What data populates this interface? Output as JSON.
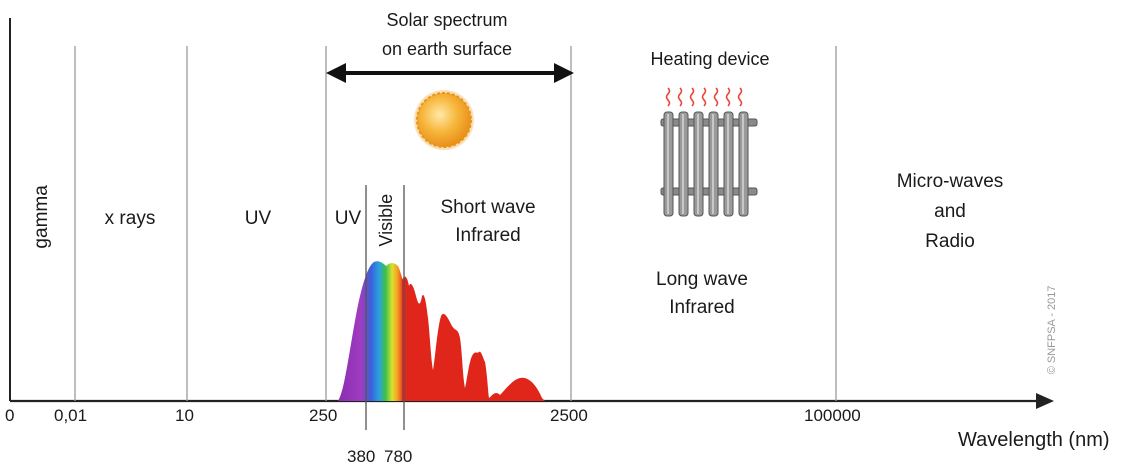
{
  "axis": {
    "title": "Wavelength (nm)",
    "ticks": [
      "0",
      "0,01",
      "10",
      "250",
      "2500",
      "100000"
    ],
    "sub_ticks": [
      "380",
      "780"
    ]
  },
  "regions": {
    "gamma": "gamma",
    "xrays": "x rays",
    "uv": "UV",
    "uv_solar": "UV",
    "visible": "Visible",
    "short_wave_ir": [
      "Short wave",
      "Infrared"
    ],
    "long_wave_ir": [
      "Long wave",
      "Infrared"
    ],
    "microwaves": [
      "Micro-waves",
      "and",
      "Radio"
    ]
  },
  "solar": {
    "label": [
      "Solar spectrum",
      "on earth surface"
    ]
  },
  "heating": {
    "label": "Heating device"
  },
  "copyright": "© SNFPSA - 2017",
  "colors": {
    "sun": "#f5a623",
    "infrared": "#e0261b",
    "uv": "#9b3fb5",
    "heat_waves": "#e8473a",
    "radiator": "#6e6e6e",
    "divider": "#9a9a9a"
  }
}
